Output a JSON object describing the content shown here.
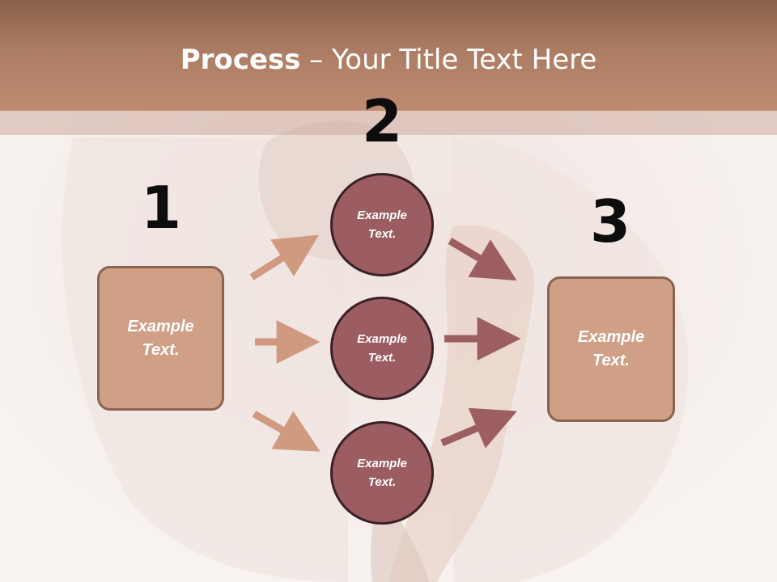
{
  "title": {
    "bold": "Process",
    "rest": " – Your Title Text Here"
  },
  "steps": [
    {
      "number": "1",
      "text": "Example Text."
    },
    {
      "number": "2",
      "items": [
        "Example Text.",
        "Example Text.",
        "Example Text."
      ]
    },
    {
      "number": "3",
      "text": "Example Text."
    }
  ],
  "colors": {
    "header": "#b8876e",
    "box_fill": "#cf9f86",
    "box_border": "#8a6353",
    "circle_fill": "#9b5c62",
    "circle_border": "#3b2126",
    "arrow_light": "#d09a80",
    "arrow_dark": "#9c5e61"
  }
}
